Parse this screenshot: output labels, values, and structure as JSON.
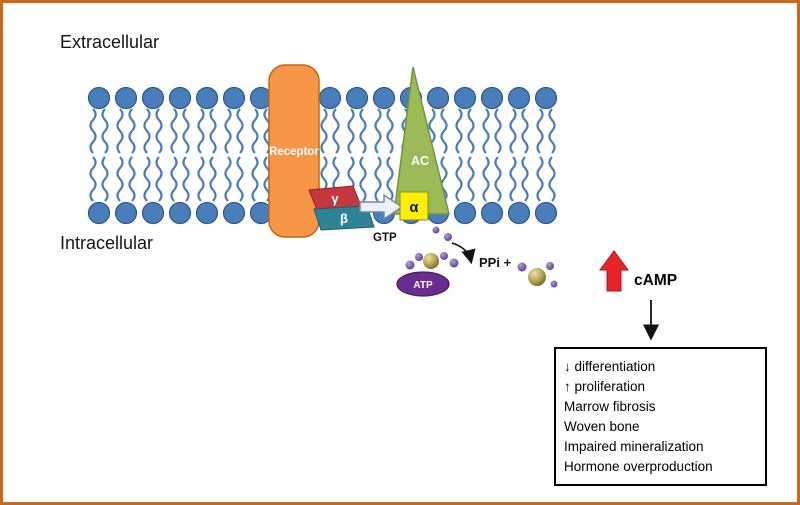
{
  "membrane": {
    "extracellular_label": "Extracellular",
    "intracellular_label": "Intracellular"
  },
  "receptor": {
    "label": "Receptor"
  },
  "g_protein": {
    "gamma": "γ",
    "beta": "β",
    "alpha": "α",
    "gtp": "GTP"
  },
  "enzyme": {
    "label": "AC"
  },
  "molecules": {
    "atp": "ATP",
    "ppi": "PPi +",
    "camp": "cAMP"
  },
  "effects": {
    "items": [
      "↓ differentiation",
      "↑ proliferation",
      "Marrow fibrosis",
      "Woven bone",
      "Impaired mineralization",
      "Hormone overproduction"
    ]
  },
  "colors": {
    "frame": "#c96a1b",
    "membrane": "#4a7ebb",
    "receptor": "#f79646",
    "gamma": "#c4373c",
    "beta": "#2e8497",
    "alpha": "#fff000",
    "ac": "#9bbb59",
    "atp": "#6a2c8f",
    "camp_arrow": "#e8232a"
  }
}
